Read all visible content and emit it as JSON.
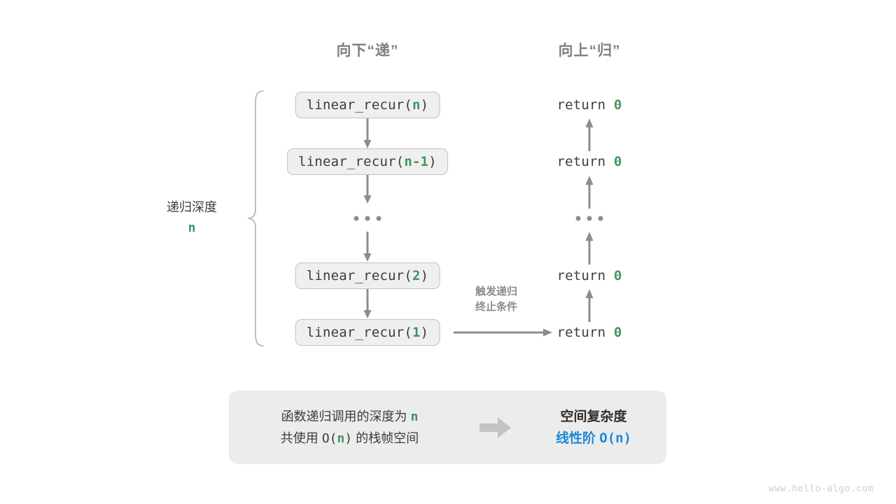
{
  "headers": {
    "down": "向下“递”",
    "up": "向上“归”"
  },
  "depth": {
    "label": "递归深度",
    "value": "n"
  },
  "calls": [
    {
      "name": "linear_recur(",
      "arg": "n",
      "close": ")"
    },
    {
      "name": "linear_recur(",
      "arg": "n-1",
      "close": ")"
    },
    {
      "name": "linear_recur(",
      "arg": "2",
      "close": ")"
    },
    {
      "name": "linear_recur(",
      "arg": "1",
      "close": ")"
    }
  ],
  "returns": [
    {
      "keyword": "return",
      "value": "0"
    },
    {
      "keyword": "return",
      "value": "0"
    },
    {
      "keyword": "return",
      "value": "0"
    },
    {
      "keyword": "return",
      "value": "0"
    }
  ],
  "ellipsis": {
    "left": "···",
    "right": "···"
  },
  "trigger_note": {
    "line1": "触发递归",
    "line2": "终止条件"
  },
  "summary": {
    "left_line1_pre": "函数递归调用的深度为",
    "left_line1_var": "n",
    "left_line2_pre": "共使用",
    "left_line2_expr_open": "O(",
    "left_line2_var": "n",
    "left_line2_expr_close": ")",
    "left_line2_post": "的栈帧空间",
    "right_title": "空间复杂度",
    "right_value_label": "线性阶",
    "right_value_expr": "O(n)"
  },
  "watermark": "www.hello-algo.com",
  "colors": {
    "green": "#42945c",
    "blue": "#1e88d8",
    "gray_text": "#3c3c3c",
    "gray_muted": "#8c8c8c",
    "box_fill": "#efefef",
    "box_border": "#c2c2c2",
    "panel_fill": "#ececec",
    "arrow": "#8c8c8c",
    "panel_arrow": "#c4c4c4",
    "watermark": "#cfcfcf"
  }
}
